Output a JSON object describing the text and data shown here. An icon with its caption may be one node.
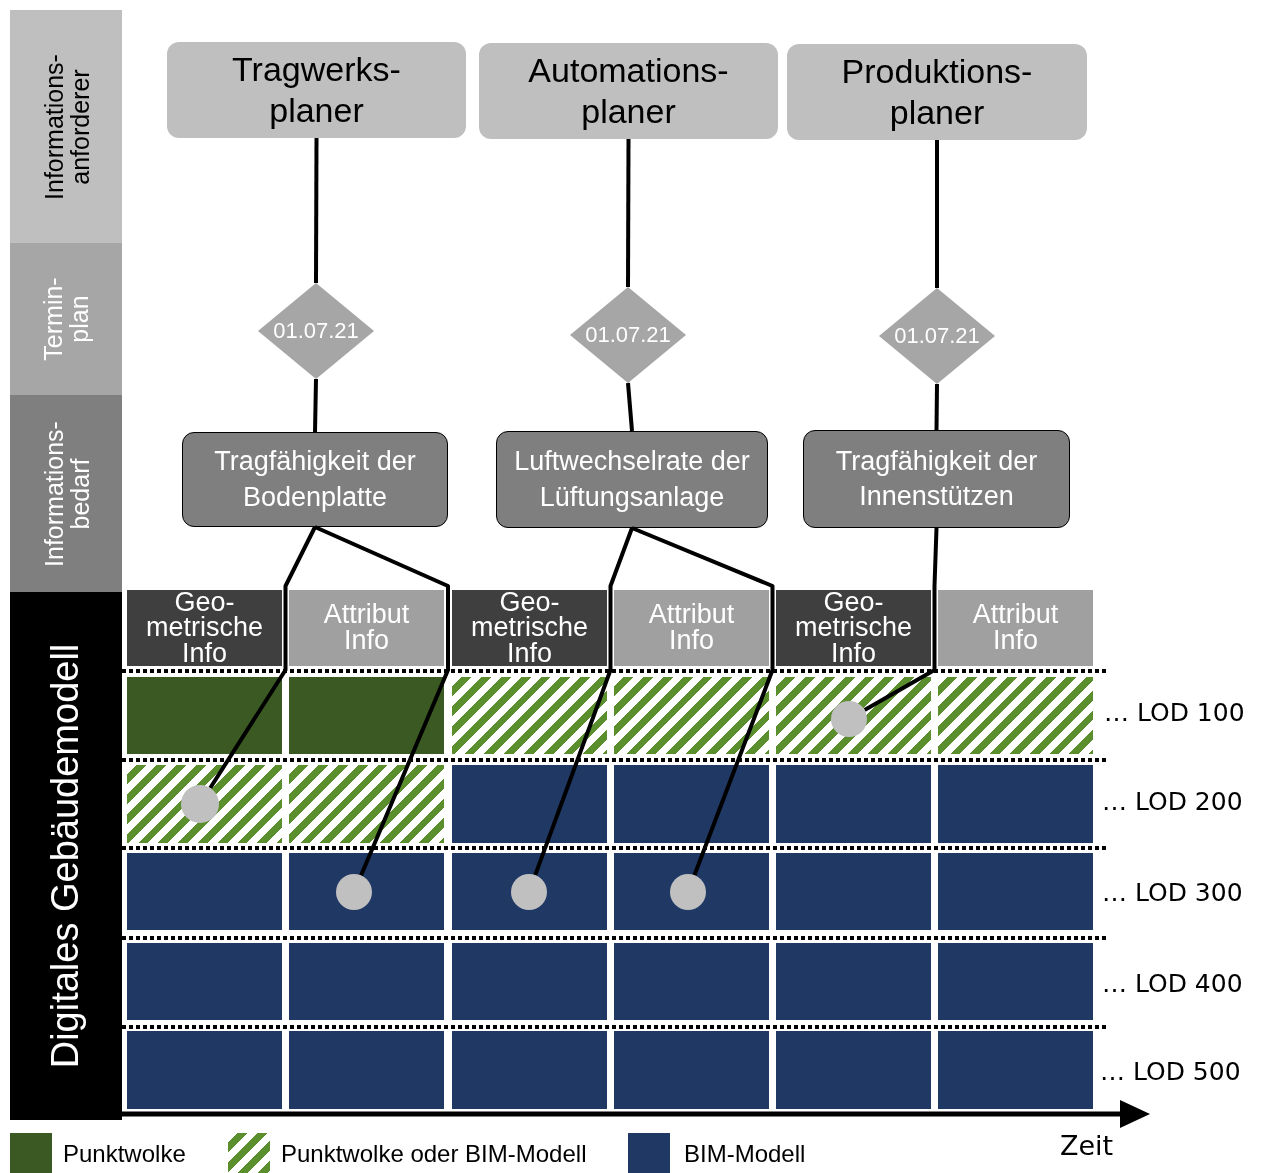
{
  "diagram": {
    "nodes": [
      {
        "text": [
          "Informations- anforderer"
        ]
      },
      {
        "text": [
          "Termin- plan"
        ]
      },
      {
        "text": [
          "Informations- bedarf"
        ]
      },
      {
        "text": [
          "Digitales Gebäudemodell"
        ]
      },
      {
        "text": [
          "Tragwerks- planer"
        ]
      },
      {
        "text": [
          "Automations- planer"
        ]
      },
      {
        "text": [
          "Produktions- planer"
        ]
      },
      {
        "text": [
          "01.07.21"
        ]
      },
      {
        "text": [
          "01.07.21"
        ]
      },
      {
        "text": [
          "01.07.21"
        ]
      },
      {
        "text": [
          "Tragfähigkeit der Bodenplatte"
        ]
      },
      {
        "text": [
          "Luftwechselrate der Lüftungsanlage"
        ]
      },
      {
        "text": [
          "Tragfähigkeit der Innenstützen"
        ]
      },
      {
        "text": [
          "Geo- metrische Info"
        ]
      },
      {
        "text": [
          "Attribut Info"
        ]
      },
      {
        "text": [
          "Geo- metrische Info"
        ]
      },
      {
        "text": [
          "Attribut Info"
        ]
      },
      {
        "text": [
          "Geo- metrische Info"
        ]
      },
      {
        "text": [
          "Attribut Info"
        ]
      },
      {
        "text": [],
        "shape": "circle"
      },
      {
        "text": [],
        "shape": "circle"
      },
      {
        "text": [],
        "shape": "circle"
      },
      {
        "text": [],
        "shape": "circle"
      },
      {
        "text": [],
        "shape": "circle"
      }
    ],
    "edges": [
      {
        "from": 4,
        "to": 7,
        "arrow": "none"
      },
      {
        "from": 7,
        "to": 10,
        "arrow": "none"
      },
      {
        "from": 5,
        "to": 8,
        "arrow": "none"
      },
      {
        "from": 8,
        "to": 11,
        "arrow": "none"
      },
      {
        "from": 6,
        "to": 9,
        "arrow": "none"
      },
      {
        "from": 9,
        "to": 12,
        "arrow": "none"
      },
      {
        "from": 10,
        "to": 20,
        "arrow": "none"
      },
      {
        "from": 10,
        "to": 21,
        "arrow": "none"
      },
      {
        "from": 11,
        "to": 22,
        "arrow": "none"
      },
      {
        "from": 11,
        "to": 23,
        "arrow": "none"
      },
      {
        "from": 12,
        "to": 19,
        "arrow": "none"
      }
    ],
    "labels": [
      "… LOD 100",
      "… LOD 200",
      "… LOD 300",
      "… LOD 400",
      "… LOD 500",
      "Zeit"
    ],
    "legend": [
      {
        "text": "Punktwolke",
        "color": "#3b5a23"
      },
      {
        "text": "Punktwolke oder BIM-Modell"
      },
      {
        "text": "BIM-Modell",
        "color": "#1f3864"
      }
    ]
  }
}
